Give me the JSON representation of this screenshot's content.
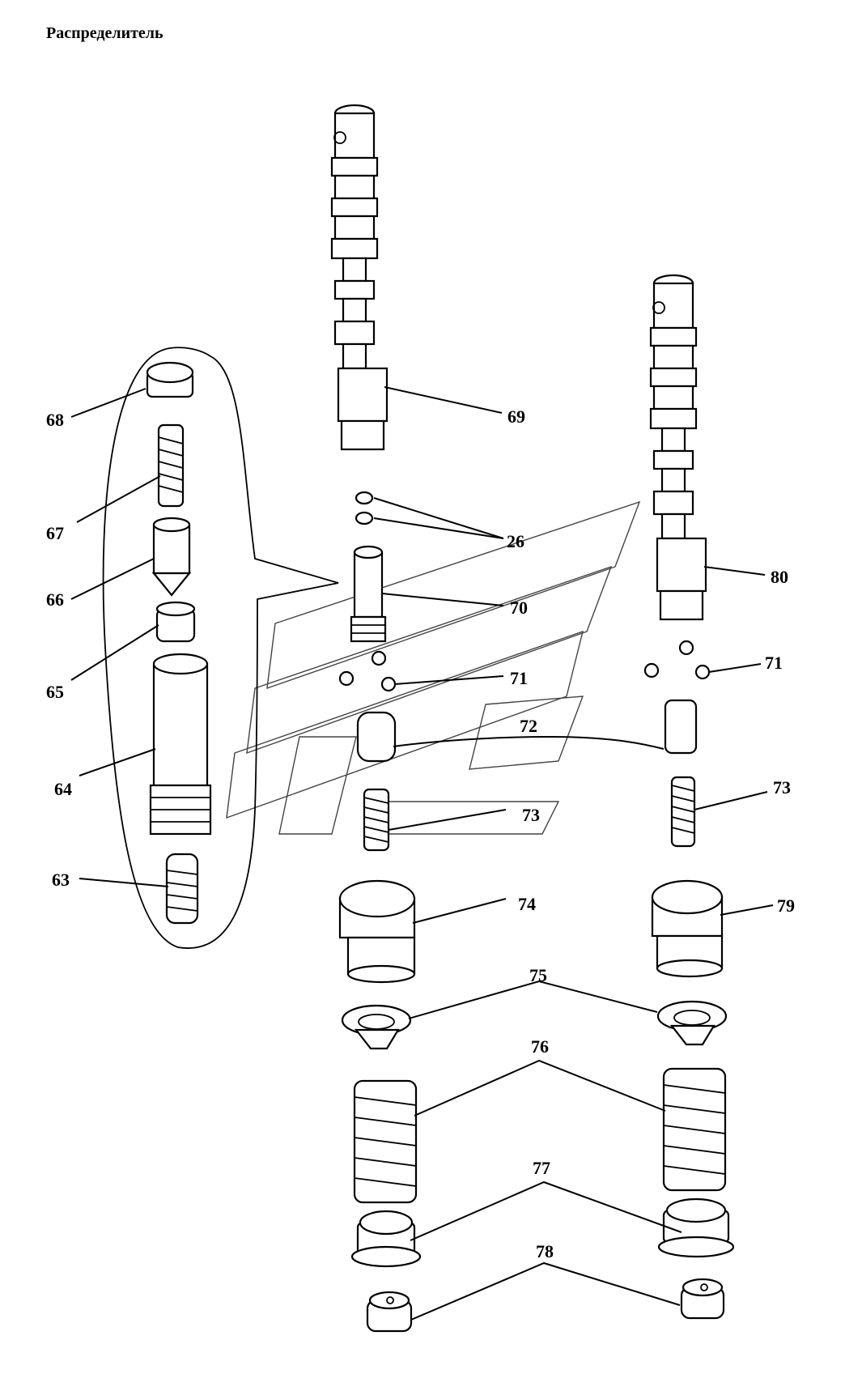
{
  "title": "Распределитель",
  "callouts": {
    "c26": "26",
    "c63": "63",
    "c64": "64",
    "c65": "65",
    "c66": "66",
    "c67": "67",
    "c68": "68",
    "c69": "69",
    "c70": "70",
    "c71a": "71",
    "c71b": "71",
    "c72": "72",
    "c73a": "73",
    "c73b": "73",
    "c74": "74",
    "c75": "75",
    "c76": "76",
    "c77": "77",
    "c78": "78",
    "c79": "79",
    "c80": "80"
  }
}
